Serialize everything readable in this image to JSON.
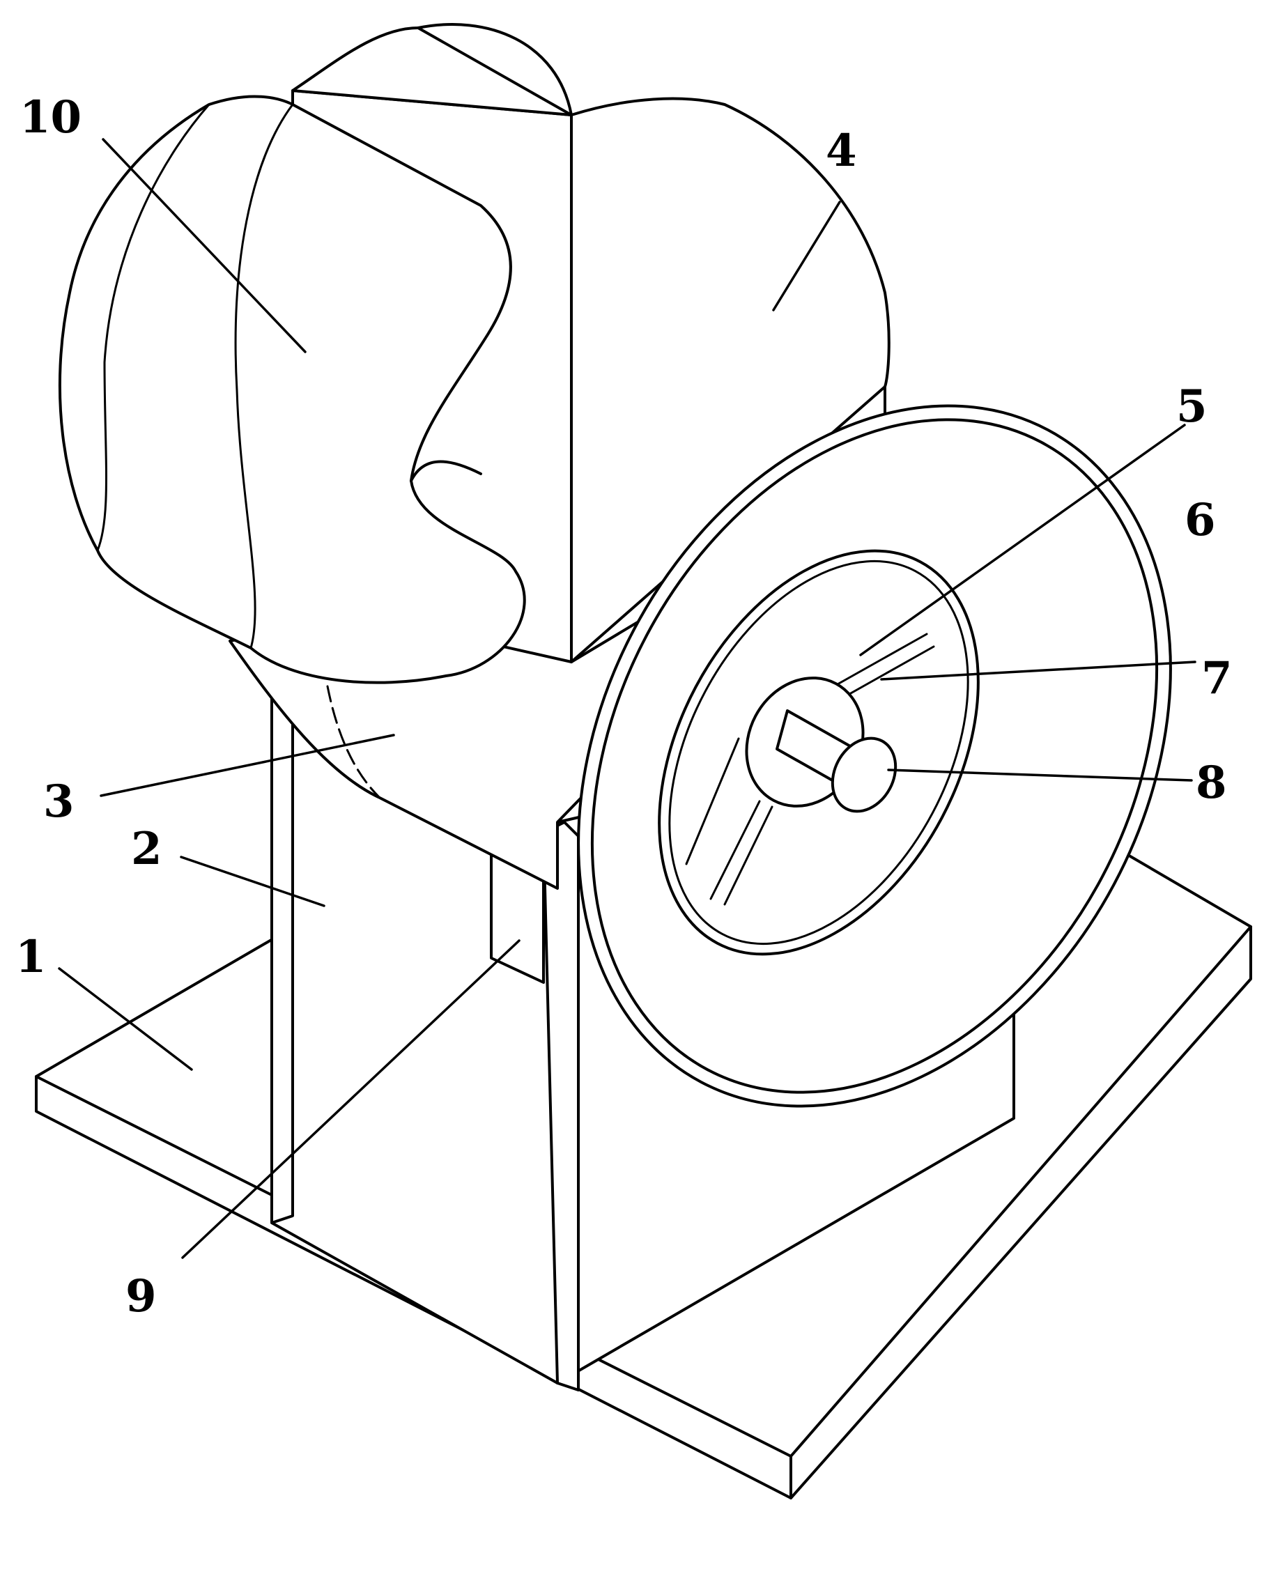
{
  "labels": {
    "base": "1",
    "support": "2",
    "drum": "3",
    "housing": "4",
    "shaft_bracket": "5",
    "disc": "6",
    "spoke": "7",
    "shaft": "8",
    "block": "9",
    "cover": "10"
  }
}
